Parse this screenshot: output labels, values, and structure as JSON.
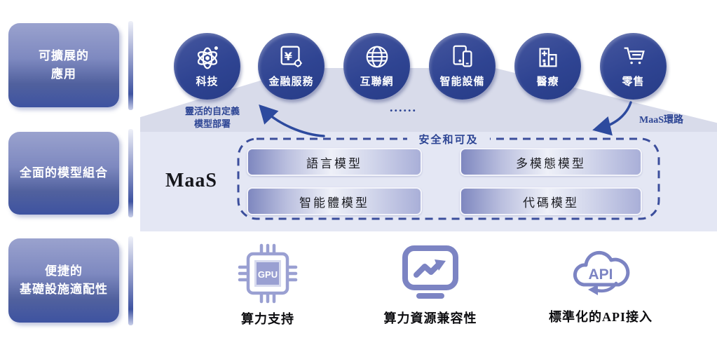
{
  "sidebar": {
    "boxes": [
      {
        "lines": [
          "可擴展的",
          "應用"
        ]
      },
      {
        "lines": [
          "全面的模型組合"
        ]
      },
      {
        "lines": [
          "便捷的",
          "基礎設施適配性"
        ]
      }
    ]
  },
  "industries": [
    {
      "label": "科技",
      "icon": "atom-icon"
    },
    {
      "label": "金融服務",
      "icon": "finance-yen-icon"
    },
    {
      "label": "互聯網",
      "icon": "globe-icon"
    },
    {
      "label": "智能設備",
      "icon": "smart-devices-icon"
    },
    {
      "label": "醫療",
      "icon": "hospital-icon"
    },
    {
      "label": "零售",
      "icon": "shopping-cart-icon"
    }
  ],
  "annotations": {
    "flexible_deploy_lines": [
      "靈活的自定義",
      "模型部署"
    ],
    "ellipsis": "......",
    "maas_loop": "MaaS環路",
    "secure_accessible": "安全和可及"
  },
  "maas": {
    "label": "MaaS",
    "model_grid": {
      "left": [
        "語言模型",
        "智能體模型"
      ],
      "right": [
        "多模態模型",
        "代碼模型"
      ]
    }
  },
  "infrastructure": [
    {
      "label": "算力支持",
      "icon": "gpu-chip-icon",
      "icon_text": "GPU"
    },
    {
      "label": "算力資源兼容性",
      "icon": "monitor-trend-icon",
      "icon_text": ""
    },
    {
      "label": "標準化的API接入",
      "icon": "api-cloud-icon",
      "icon_text": "API"
    }
  ],
  "colors": {
    "circle_blue": "#2f4492",
    "navy_text": "#2d4594",
    "sidebar_gradient_top": "#9aa2ce",
    "sidebar_gradient_bottom": "#3e53a1",
    "trapezoid": "#d8dbea",
    "panel": "#e4e7f4",
    "pill_edge": "#7e87bf",
    "icon_purple": "#7c84c3",
    "dashed_border": "#3b4e9c"
  }
}
